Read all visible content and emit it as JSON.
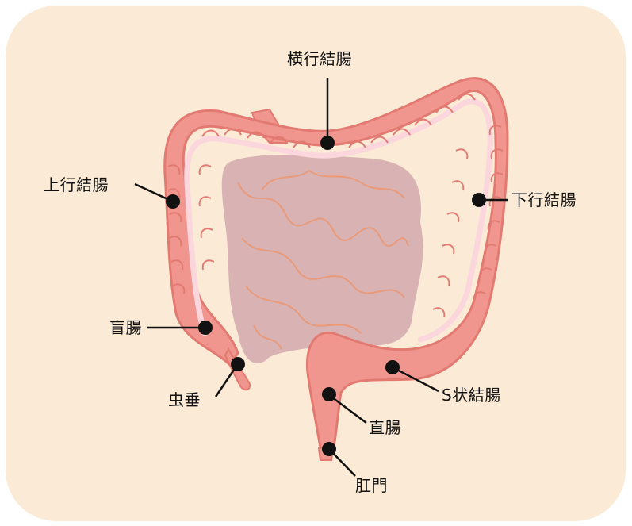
{
  "diagram": {
    "labels": {
      "transverse_colon": "横行結腸",
      "ascending_colon": "上行結腸",
      "descending_colon": "下行結腸",
      "cecum": "盲腸",
      "appendix": "虫垂",
      "sigmoid_colon": "S状結腸",
      "rectum": "直腸",
      "anus": "肛門"
    },
    "colors": {
      "background": "#fbebd6",
      "colon": "#f0968e",
      "colon_outline": "#e27a72",
      "colon_lumen": "#fbd6dc",
      "small_intestine": "#d9b3b3",
      "small_intestine_folds": "#e89a7a",
      "leader_line": "#111111"
    }
  }
}
